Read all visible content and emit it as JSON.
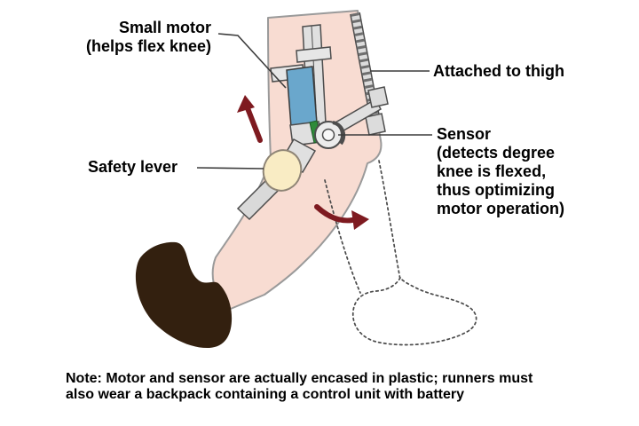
{
  "labels": {
    "small_motor": {
      "lines": [
        "Small motor",
        "(helps flex knee)"
      ]
    },
    "attached_to_thigh": {
      "text": "Attached to thigh"
    },
    "sensor": {
      "lines": [
        "Sensor",
        "(detects degree",
        "knee is flexed,",
        "thus optimizing",
        "motor operation)"
      ]
    },
    "safety_lever": {
      "text": "Safety lever"
    }
  },
  "note": {
    "lines": [
      "Note: Motor and sensor are actually encased in plastic; runners must",
      "also wear a backpack containing a control unit with battery"
    ]
  },
  "colors": {
    "background": "#ffffff",
    "skin": "#f8dcd2",
    "skin_outline": "#9a9a9a",
    "shoe": "#33200f",
    "motor": "#6aa7cc",
    "sensor": "#2e8b3a",
    "lever": "#f9ecc4",
    "frame": "#e0e0e0",
    "frame_outline": "#4d4d4d",
    "arrow": "#7e1a20",
    "leader": "#3c3c3c",
    "text": "#000000",
    "ghost": "#4a4a4a"
  }
}
